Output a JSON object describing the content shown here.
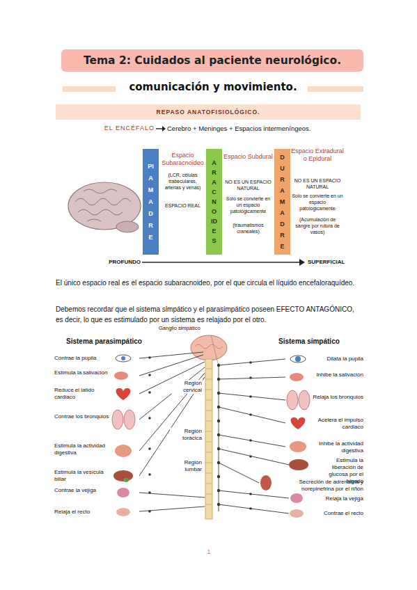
{
  "diagram": {
    "title": "Tema 2: Cuidados al paciente neurológico.",
    "nodes": [
      {
        "text": [
          "REPASO ANATOFISIOLÓGICO."
        ]
      },
      {
        "text": [
          "PIAMADRE"
        ]
      },
      {
        "text": [
          "ARACNOIDES"
        ]
      },
      {
        "text": [
          "DURAMADRE"
        ]
      }
    ],
    "labels": [
      "comunicación y movimiento.",
      "EL ENCÉFALO",
      "Cerebro + Meninges + Espacios intermeníngeos.",
      "Espacio Subaracnoideo",
      "(LCR, células trabeculares, arterias y venas)",
      "ESPACIO REAL",
      "Espacio Subdural",
      "NO ES UN ESPACIO NATURAL",
      "Solo se convierte en un espacio patológicamente",
      "(traumatismos craneales)",
      "Espacio Extradural o Epidural",
      "NO ES UN ESPACIO NATURAL",
      "Solo se convierte en un espacio patológicamente",
      "(Acumulación de sangre por rutura de vasos)",
      "PROFUNDO",
      "SUPERFICIAL",
      "El único espacio real es el espacio subaracnoideo, por el que circula el líquido encefaloraquídeo.",
      "Debemos recordar que el sistema simpático y el parasimpático poseen EFECTO ANTAGÓNICO, es decir, lo que es estimulado por un sistema es relajado por el otro.",
      "Sistema parasimpático",
      "Ganglio simpático",
      "Sistema simpático",
      "Región cervical",
      "Región torácica",
      "Región lumbar",
      "Contrae la pupila",
      "Estimula la salivación",
      "Reduce el latido cardiaco",
      "Contrae los bronquios",
      "Estimula la actividad digestiva",
      "Estimula la vesícula biliar",
      "Contrae la vejiga",
      "Relaja el recto",
      "Dilata la pupila",
      "Inhibe la salivación",
      "Relaja los bronquios",
      "Acelera el impulso cardiaco",
      "Inhibe la actividad digestiva",
      "Estimula la liberación de glucosa por el hígado",
      "Secreción de adrenalina y norepinefrina por el riñón",
      "Relaja la vejiga",
      "Contrae el recto",
      "1"
    ]
  }
}
